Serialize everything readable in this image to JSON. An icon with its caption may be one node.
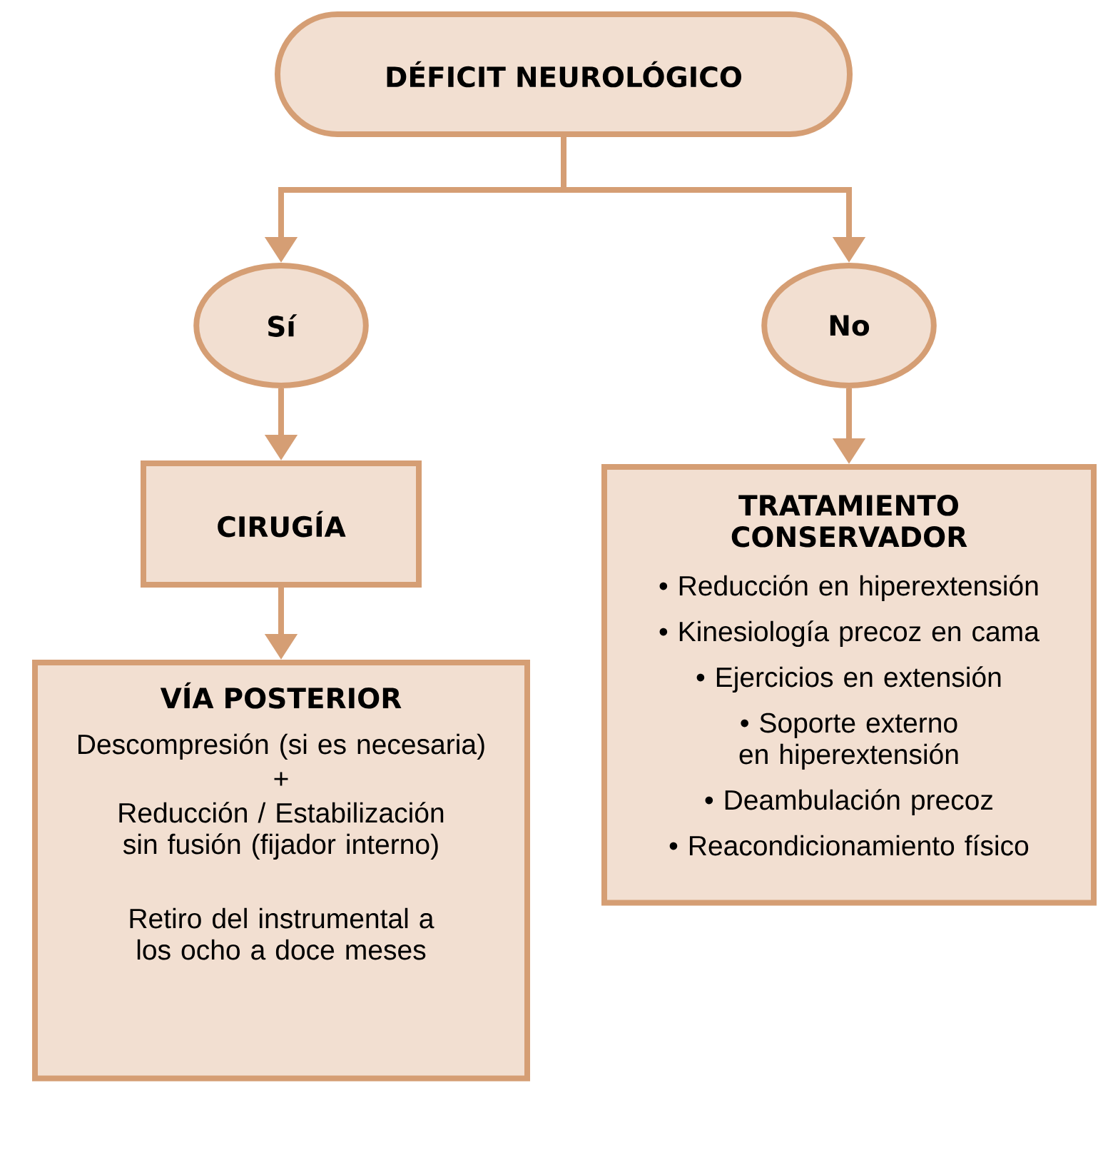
{
  "diagram": {
    "nodes": [
      {
        "text": [
          "DÉFICIT NEUROLÓGICO"
        ]
      },
      {
        "text": [
          "Sí"
        ]
      },
      {
        "text": [
          "No"
        ]
      },
      {
        "text": [
          "CIRUGÍA"
        ]
      },
      {
        "text": [
          "TRATAMIENTO CONSERVADOR",
          "• Reducción en hiperextensión",
          "• Kinesiología precoz en cama",
          "• Ejercicios en extensión",
          "• Soporte externo en hiperextensión",
          "• Deambulación precoz",
          "• Reacondicionamiento físico"
        ]
      },
      {
        "text": [
          "VÍA POSTERIOR",
          "Descompresión (si es necesaria)",
          "+",
          "Reducción / Estabilización sin fusión (fijador interno)",
          "Retiro del instrumental a los ocho a doce meses"
        ]
      }
    ],
    "edges": [
      {
        "from": 0,
        "to": 1,
        "arrow": "to"
      },
      {
        "from": 0,
        "to": 2,
        "arrow": "to"
      },
      {
        "from": 1,
        "to": 3,
        "arrow": "to"
      },
      {
        "from": 2,
        "to": 4,
        "arrow": "to"
      },
      {
        "from": 3,
        "to": 5,
        "arrow": "to"
      }
    ]
  }
}
